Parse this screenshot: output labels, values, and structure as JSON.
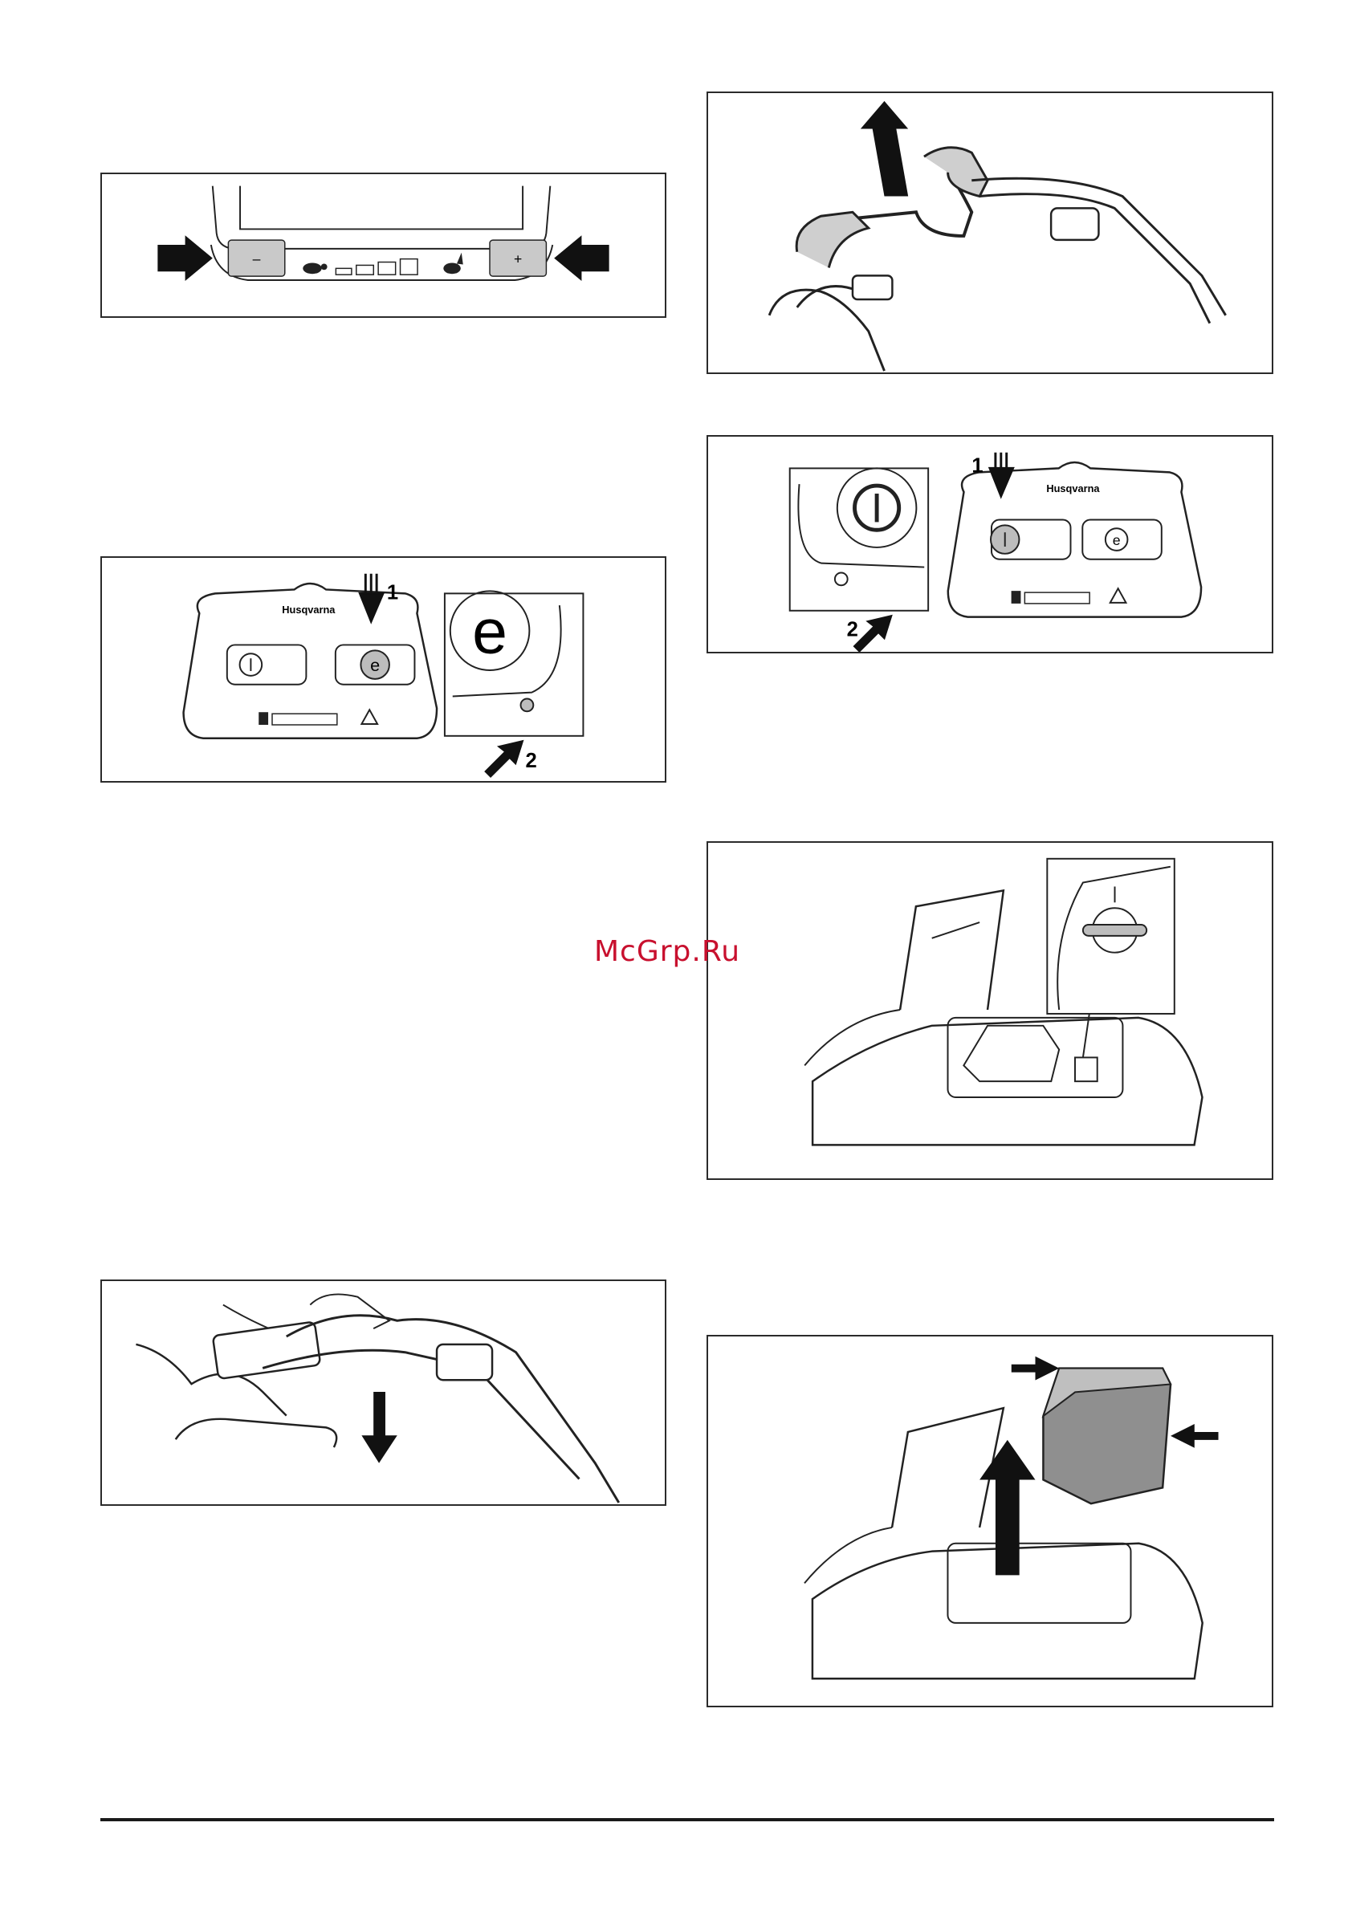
{
  "watermark": "McGrp.Ru",
  "fig_speed": {
    "minus_label": "–",
    "plus_label": "+"
  },
  "fig_eco": {
    "brand": "Husqvarna",
    "callout_1": "1",
    "callout_2": "2"
  },
  "fig_power": {
    "brand": "Husqvarna",
    "callout_1": "1",
    "callout_2": "2"
  },
  "colors": {
    "frame": "#2b2b2b",
    "button_gray": "#c9c9c9",
    "watermark": "#c8102e"
  }
}
